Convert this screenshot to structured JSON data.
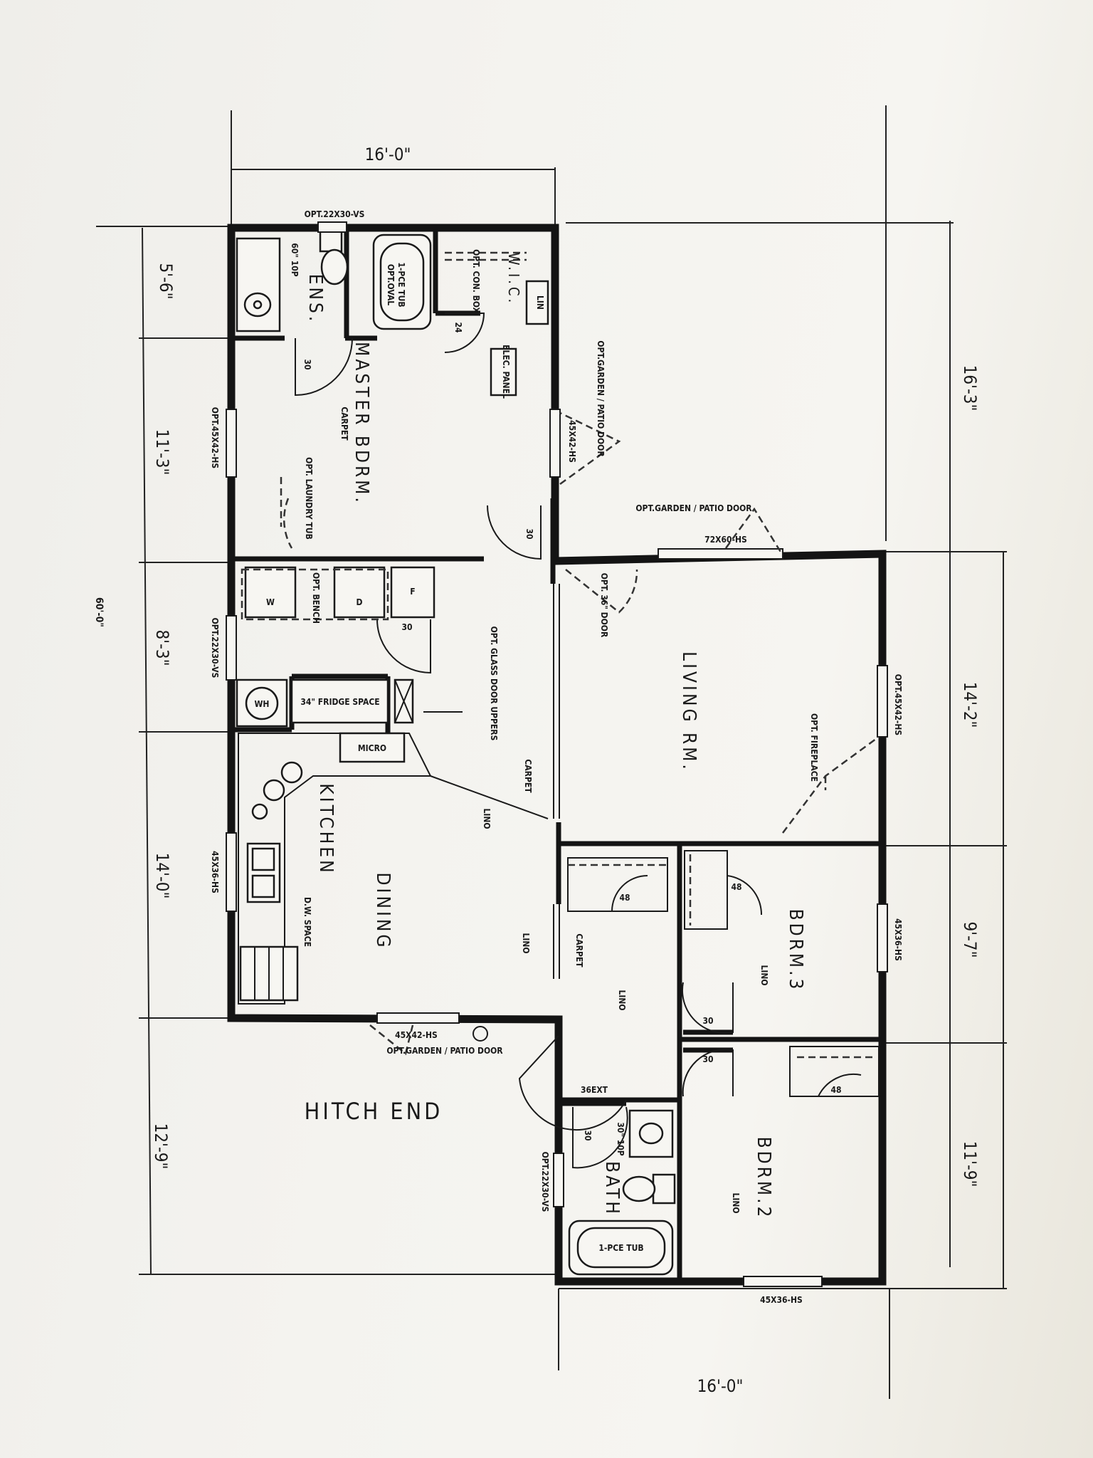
{
  "dimensions": {
    "top_width": "16'-0\"",
    "bottom_width": "16'-0\"",
    "left": [
      "5'-6\"",
      "11'-3\"",
      "8'-3\"",
      "14'-0\"",
      "12'-9\""
    ],
    "left_total": "60'-0\"",
    "right": [
      "16'-3\"",
      "14'-2\"",
      "9'-7\"",
      "11'-9\""
    ]
  },
  "rooms": {
    "ens": "ENS.",
    "master": "MASTER BDRM.",
    "wic": "W.I.C.",
    "kitchen": "KITCHEN",
    "dining": "DINING",
    "living": "LIVING RM.",
    "bdrm3": "BDRM.3",
    "bdrm2": "BDRM.2",
    "bath": "BATH",
    "hitch": "HITCH END"
  },
  "labels": {
    "win_ens": "OPT.22X30-VS",
    "win_master_left": "OPT.45X42-HS",
    "win_laundry_left": "OPT.22X30-VS",
    "win_kitchen_left": "45X36-HS",
    "win_master_right": "45X42-HS",
    "patio_master": "OPT.GARDEN / PATIO DOOR",
    "patio_living": "OPT.GARDEN / PATIO DOOR",
    "win_living_top": "72X60-HS",
    "win_living_right": "OPT.45X42-HS",
    "win_bdrm3_right": "45X36-HS",
    "win_bdrm2_bottom": "45X36-HS",
    "win_bath": "OPT.22X30-VS",
    "win_dining_bottom": "45X42-HS",
    "patio_dining": "OPT.GARDEN / PATIO DOOR",
    "tub_ens": "1-PCE TUB",
    "tub_ens_opt": "OPT.OVAL",
    "vanity_ens": "60\" 10P",
    "wic_con": "OPT. CON. BOX",
    "wic_lin": "LIN",
    "elec_panel": "ELEC. PANEL",
    "master_floor": "CARPET",
    "laundry_tub": "OPT. LAUNDRY TUB",
    "dryer": "D",
    "washer": "W",
    "furnace": "F",
    "bench": "OPT. BENCH",
    "water_heater": "WH",
    "fridge": "34\" FRIDGE SPACE",
    "micro": "MICRO",
    "glass_doors": "OPT. GLASS DOOR UPPERS",
    "living_door": "OPT. 36\" DOOR",
    "fireplace": "OPT. FIREPLACE",
    "carpet_hall": "CARPET",
    "lino_kitchen": "LINO",
    "lino_dining": "LINO",
    "dw_space": "D.W. SPACE",
    "carpet_hall2": "CARPET",
    "lino_hall": "LINO",
    "lino_bdrm3": "LINO",
    "lino_bdrm2": "LINO",
    "d30a": "30",
    "d30b": "30",
    "d30c": "30",
    "d30d": "30",
    "d30e": "30",
    "d30f": "30",
    "d24": "24",
    "ext_door": "36EXT",
    "tub_bath": "1-PCE TUB",
    "vanity_bath": "30\" 10P",
    "closet3": "48",
    "closet2": "48",
    "hall_closet": "48"
  }
}
